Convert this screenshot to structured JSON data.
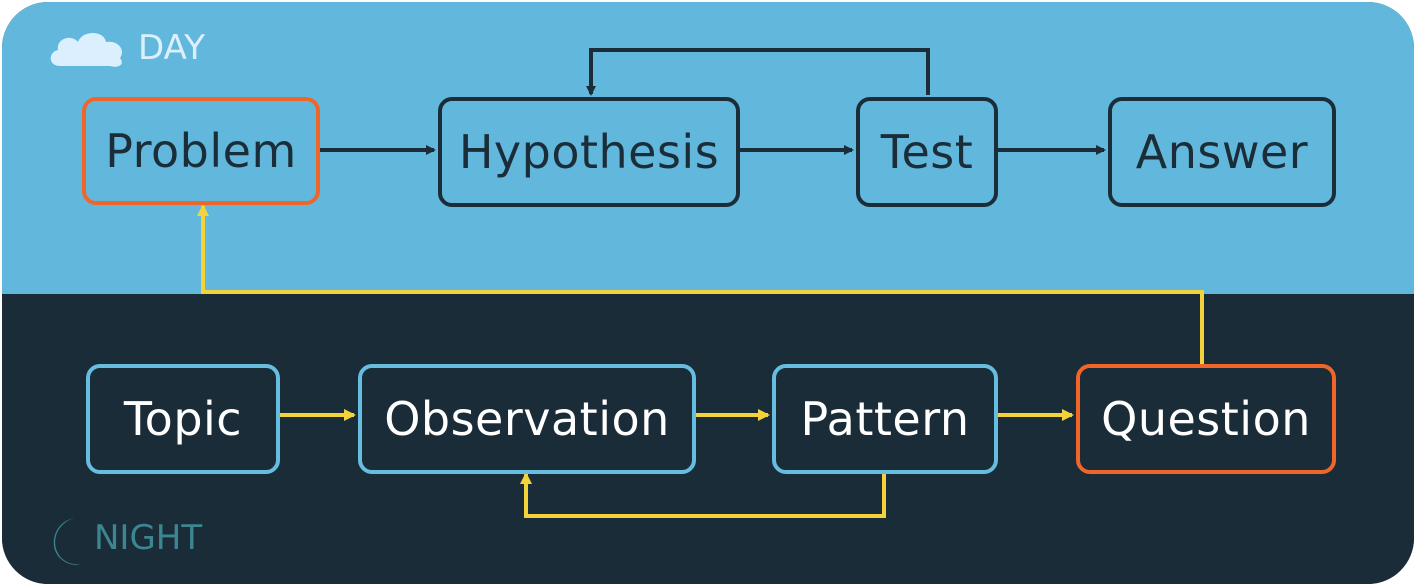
{
  "colors": {
    "day_background": "#62b8dc",
    "night_background": "#1a2c37",
    "day_box_border": "#1b2d38",
    "night_box_border": "#66bde0",
    "highlight_border": "#f0652a",
    "night_arrow": "#f3d23c",
    "day_arrow": "#1b2d38"
  },
  "day": {
    "label": "DAY",
    "icon": "cloud-icon",
    "boxes": {
      "problem": "Problem",
      "hypothesis": "Hypothesis",
      "test": "Test",
      "answer": "Answer"
    }
  },
  "night": {
    "label": "NIGHT",
    "icon": "moon-icon",
    "boxes": {
      "topic": "Topic",
      "observation": "Observation",
      "pattern": "Pattern",
      "question": "Question"
    }
  },
  "connections": [
    {
      "from": "Problem",
      "to": "Hypothesis"
    },
    {
      "from": "Hypothesis",
      "to": "Test"
    },
    {
      "from": "Test",
      "to": "Hypothesis"
    },
    {
      "from": "Test",
      "to": "Answer"
    },
    {
      "from": "Topic",
      "to": "Observation"
    },
    {
      "from": "Observation",
      "to": "Pattern"
    },
    {
      "from": "Pattern",
      "to": "Observation"
    },
    {
      "from": "Pattern",
      "to": "Question"
    },
    {
      "from": "Question",
      "to": "Problem"
    }
  ]
}
